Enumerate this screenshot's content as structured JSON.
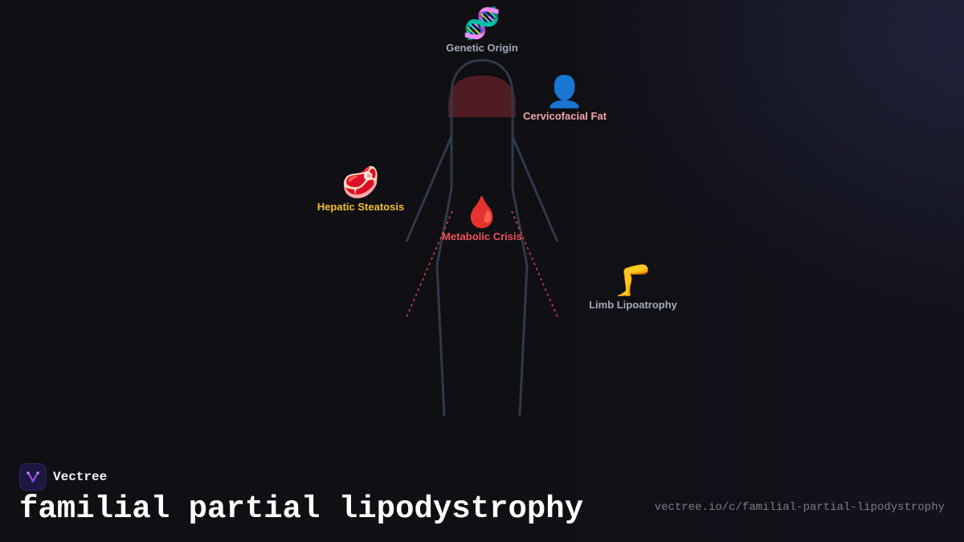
{
  "title": "familial partial lipodystrophy",
  "brand": {
    "name": "Vectree",
    "logo_icon": "vectree-logo-icon"
  },
  "url": "vectree.io/c/familial-partial-lipodystrophy",
  "colors": {
    "background": "#0f0f14",
    "body_outline": "#2f3a4b",
    "fat_region": "#6b2427",
    "dashed_line": "#d9444a",
    "logo_accent": "#a855f7"
  },
  "markers": [
    {
      "id": "genetic-origin",
      "emoji": "🧬",
      "icon": "dna-icon",
      "label": "Genetic Origin",
      "color": "#a3aabb"
    },
    {
      "id": "cervicofacial-fat",
      "emoji": "👤",
      "icon": "person-silhouette-icon",
      "label": "Cervicofacial Fat",
      "color": "#f4a5a9"
    },
    {
      "id": "hepatic-steatosis",
      "emoji": "🥩",
      "icon": "meat-icon",
      "label": "Hepatic Steatosis",
      "color": "#f2bd2e"
    },
    {
      "id": "metabolic-crisis",
      "emoji": "🩸",
      "icon": "blood-drop-icon",
      "label": "Metabolic Crisis",
      "color": "#ef5358"
    },
    {
      "id": "limb-lipoatrophy",
      "emoji": "🦵",
      "icon": "leg-icon",
      "label": "Limb Lipoatrophy",
      "color": "#a3aabb"
    }
  ]
}
